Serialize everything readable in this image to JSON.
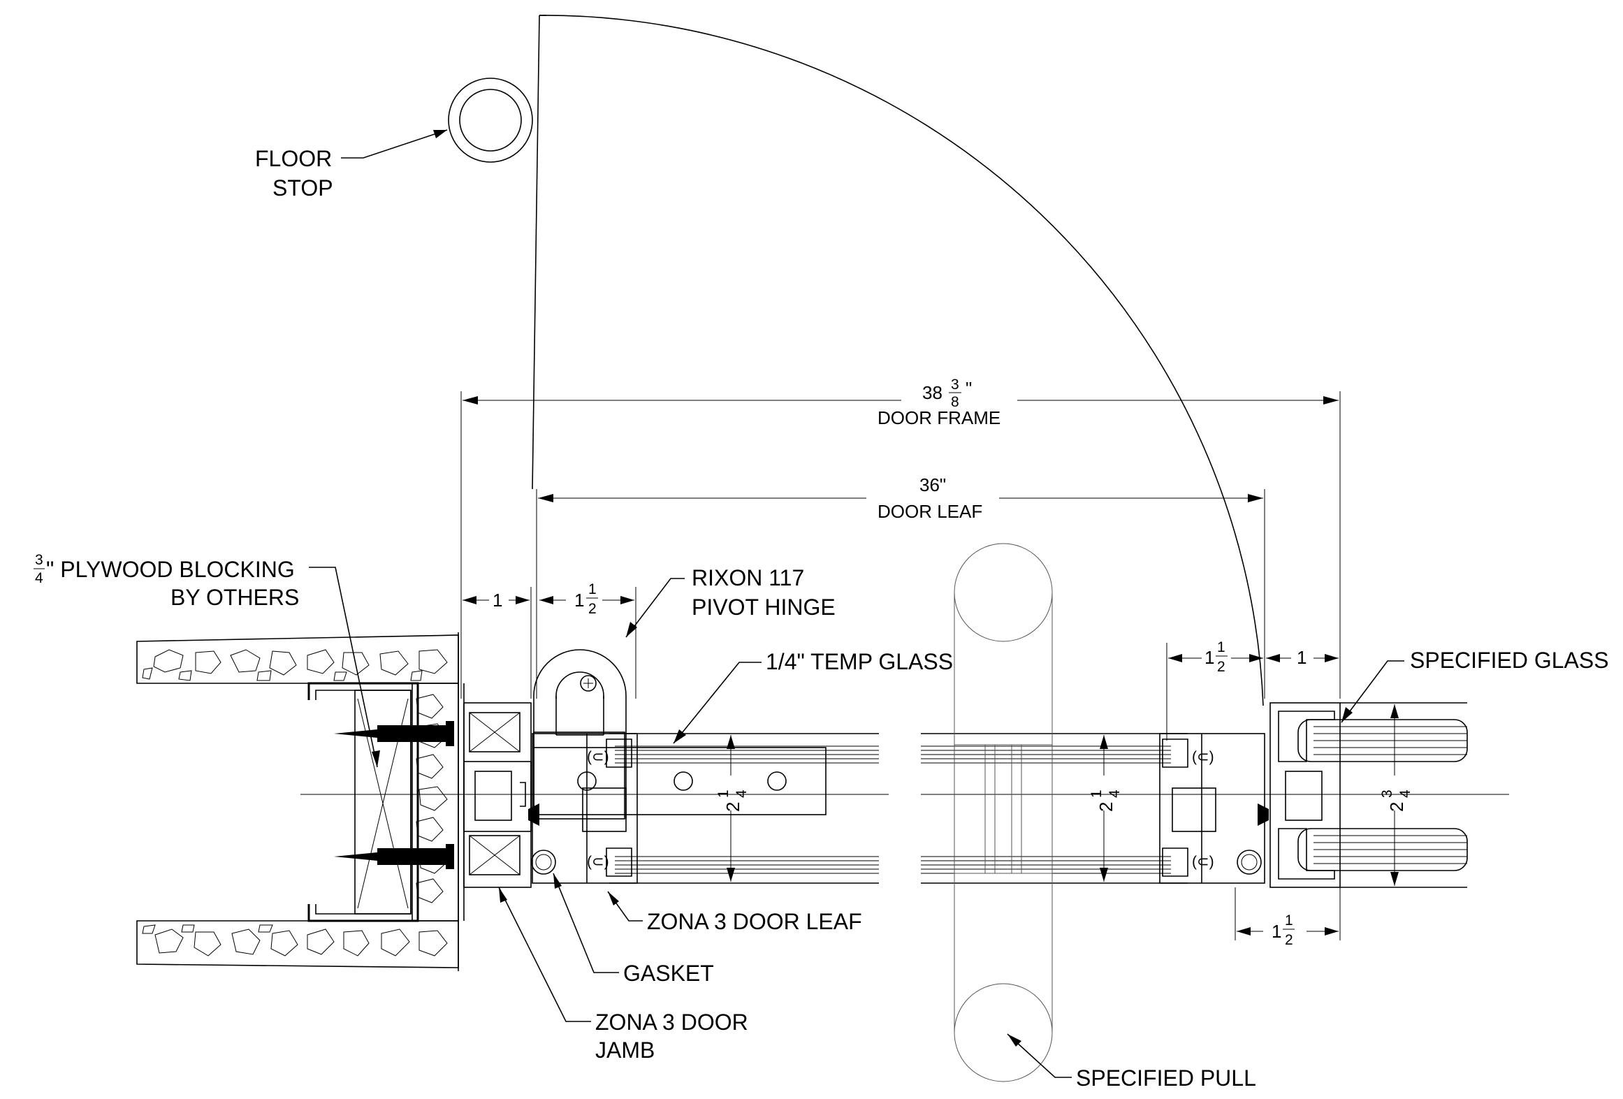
{
  "labels": {
    "floor_stop_1": "FLOOR",
    "floor_stop_2": "STOP",
    "plywood_1": "\" PLYWOOD BLOCKING",
    "plywood_frac_num": "3",
    "plywood_frac_den": "4",
    "plywood_2": "BY OTHERS",
    "hinge_1": "RIXON 117",
    "hinge_2": "PIVOT HINGE",
    "temp_glass": "1/4\" TEMP GLASS",
    "specified_glass": "SPECIFIED GLASS",
    "door_leaf_label": "ZONA 3 DOOR LEAF",
    "gasket": "GASKET",
    "jamb_1": "ZONA 3 DOOR",
    "jamb_2": "JAMB",
    "specified_pull": "SPECIFIED PULL"
  },
  "dimensions": {
    "frame_whole": "38",
    "frame_num": "3",
    "frame_den": "8",
    "frame_inch": "\"",
    "frame_label": "DOOR FRAME",
    "leaf_value": "36\"",
    "leaf_label": "DOOR LEAF",
    "jamb_gap_left": "1",
    "jamb_gap_right": "1",
    "stile_left_whole": "1",
    "stile_right_whole": "1",
    "stile_bottom_whole": "1",
    "half_num": "1",
    "half_den": "2",
    "depth_leaf_left_whole": "2",
    "depth_leaf_right_whole": "2",
    "quarter_num": "1",
    "quarter_den": "4",
    "depth_frame_whole": "2",
    "depth_frame_num": "3",
    "depth_frame_den": "4"
  }
}
